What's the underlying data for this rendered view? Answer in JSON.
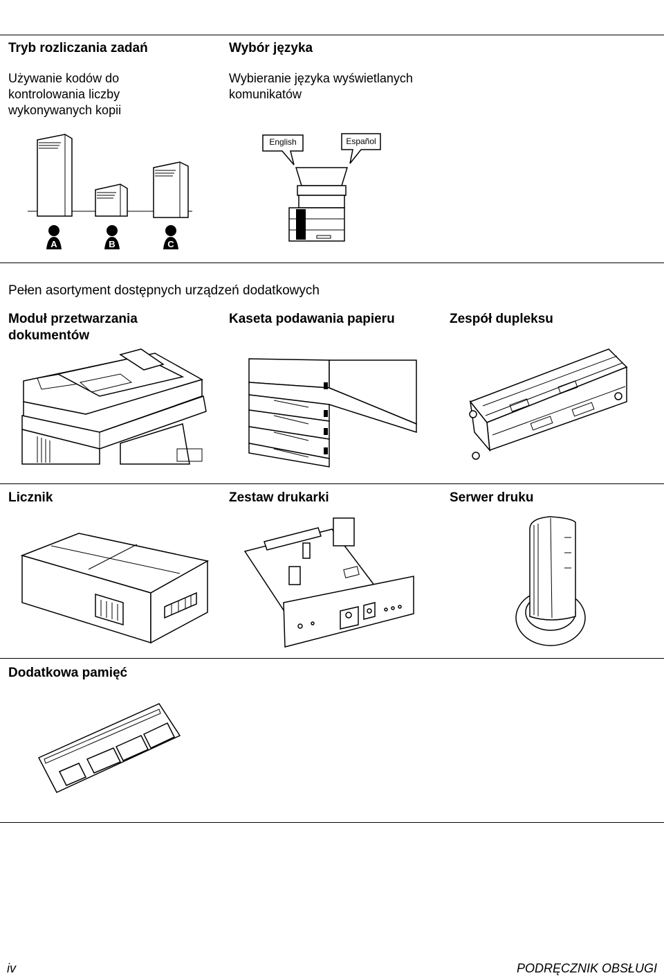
{
  "section1": {
    "left": {
      "title": "Tryb rozliczania zadań",
      "description_lines": [
        "Używanie kodów do",
        "kontrolowania liczby",
        "wykonywanych kopii"
      ],
      "department_labels": [
        "A",
        "B",
        "C"
      ]
    },
    "right": {
      "title": "Wybór języka",
      "description_lines": [
        "Wybieranie języka wyświetlanych",
        "komunikatów"
      ],
      "bubble_left": "English",
      "bubble_right": "Español"
    }
  },
  "section2": {
    "heading": "Pełen asortyment dostępnych urządzeń dodatkowych",
    "items_row1": [
      {
        "title_lines": [
          "Moduł przetwarzania",
          "dokumentów"
        ]
      },
      {
        "title_lines": [
          "Kaseta podawania papieru"
        ]
      },
      {
        "title_lines": [
          "Zespół dupleksu"
        ]
      }
    ],
    "items_row2": [
      {
        "title": "Licznik"
      },
      {
        "title": "Zestaw drukarki"
      },
      {
        "title": "Serwer druku"
      }
    ],
    "items_row3": [
      {
        "title": "Dodatkowa pamięć"
      }
    ]
  },
  "footer": {
    "page_number": "iv",
    "manual_title": "PODRĘCZNIK OBSŁUGI"
  }
}
